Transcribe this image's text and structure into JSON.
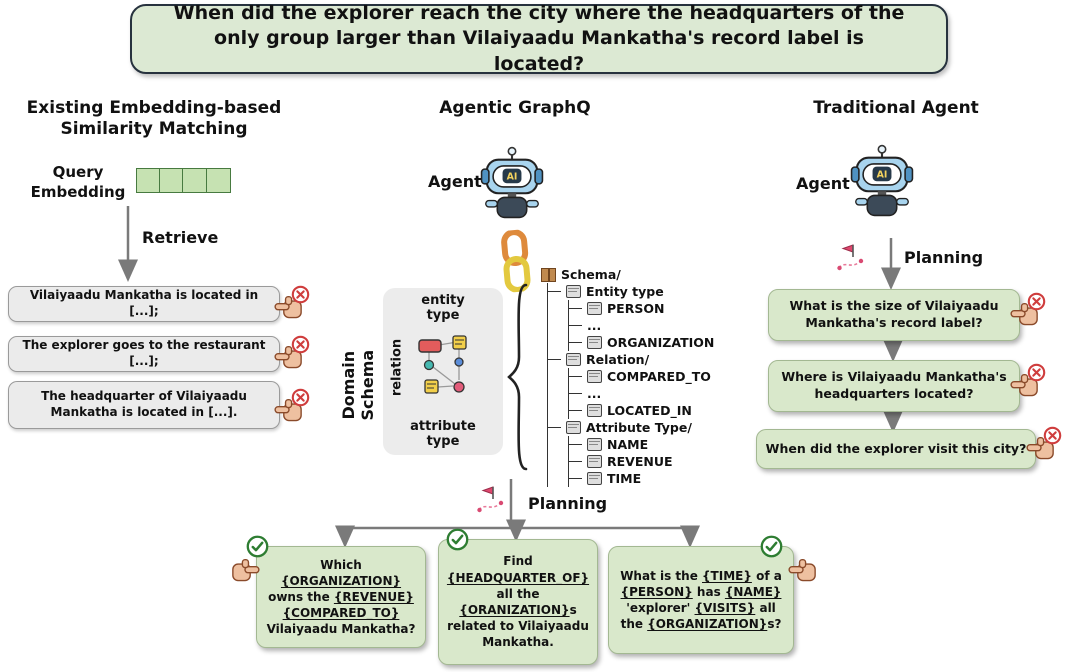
{
  "question": "When did the explorer reach the city where the headquarters of the only group larger than Vilaiyaadu Mankatha's record label is located?",
  "left": {
    "title": "Existing Embedding-based Similarity Matching",
    "query_embedding_label": "Query Embedding",
    "retrieve_label": "Retrieve",
    "results": [
      "Vilaiyaadu Mankatha is located in [...];",
      "The explorer goes to the restaurant [...];",
      "The headquarter of Vilaiyaadu Mankatha is located in [...]."
    ]
  },
  "middle": {
    "title": "Agentic GraphQ",
    "agent_label": "Agent",
    "ai_label": "AI",
    "domain_schema_label": "Domain Schema",
    "schema_box": {
      "entity_type": "entity type",
      "relation": "relation",
      "attribute_type": "attribute type"
    },
    "tree": {
      "root": "Schema/",
      "groups": [
        {
          "label": "Entity type",
          "children": [
            "PERSON",
            "...",
            "ORGANIZATION"
          ]
        },
        {
          "label": "Relation/",
          "children": [
            "COMPARED_TO",
            "...",
            "LOCATED_IN"
          ]
        },
        {
          "label": "Attribute Type/",
          "children": [
            "NAME",
            "REVENUE",
            "TIME"
          ]
        }
      ]
    },
    "planning_label": "Planning",
    "plans": [
      {
        "segments": [
          {
            "t": "Which "
          },
          {
            "t": "{ORGANIZATION}",
            "u": true
          },
          {
            "t": " owns the "
          },
          {
            "t": "{REVENUE}",
            "u": true
          },
          {
            "t": " "
          },
          {
            "t": "{COMPARED_TO}",
            "u": true
          },
          {
            "t": " Vilaiyaadu Mankatha?"
          }
        ]
      },
      {
        "segments": [
          {
            "t": "Find "
          },
          {
            "t": "{HEADQUARTER_OF}",
            "u": true
          },
          {
            "t": " all the "
          },
          {
            "t": "{ORANIZATION}",
            "u": true
          },
          {
            "t": "s related to Vilaiyaadu Mankatha."
          }
        ]
      },
      {
        "segments": [
          {
            "t": "What is the "
          },
          {
            "t": "{TIME}",
            "u": true
          },
          {
            "t": " of a "
          },
          {
            "t": "{PERSON}",
            "u": true
          },
          {
            "t": " has "
          },
          {
            "t": "{NAME}",
            "u": true
          },
          {
            "t": " 'explorer' "
          },
          {
            "t": "{VISITS}",
            "u": true
          },
          {
            "t": " all the "
          },
          {
            "t": "{ORGANIZATION}",
            "u": true
          },
          {
            "t": "s?"
          }
        ]
      }
    ]
  },
  "right": {
    "title": "Traditional Agent",
    "agent_label": "Agent",
    "ai_label": "AI",
    "planning_label": "Planning",
    "steps": [
      "What is the size of Vilaiyaadu Mankatha's record label?",
      "Where is Vilaiyaadu Mankatha's headquarters located?",
      "When did the explorer visit this city?"
    ]
  },
  "colors": {
    "question_bg": "#dce9d3",
    "result_box_bg": "#ebebeb",
    "plan_box_bg": "#d9e8cb",
    "embedding_green": "#c6e2b2",
    "accept_green": "#2e7d32",
    "reject_red": "#cf3d3d",
    "arrow_gray": "#7a7a7a"
  }
}
